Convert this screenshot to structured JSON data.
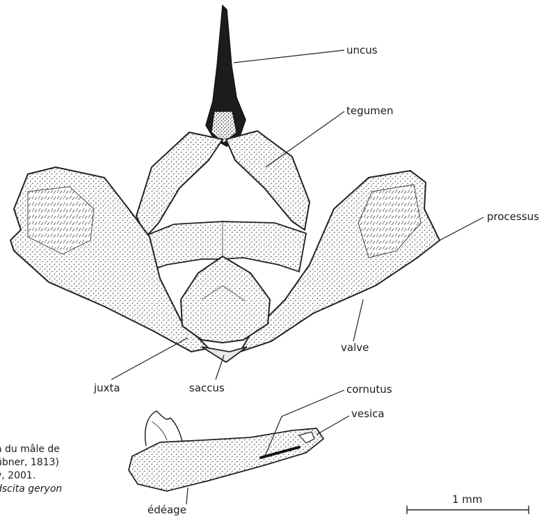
{
  "labels": {
    "uncus": "uncus",
    "tegumen": "tegumen",
    "processus": "processus",
    "valve": "valve",
    "juxta": "juxta",
    "saccus": "saccus",
    "cornutus": "cornutus",
    "vesica": "vesica",
    "edeage": "édéage"
  },
  "caption": {
    "line1": "a du mâle de",
    "line2": "übner, 1813)",
    "line3": "v, 2001.",
    "line4": "dscita geryon"
  },
  "scale_bar": {
    "label": "1 mm"
  }
}
